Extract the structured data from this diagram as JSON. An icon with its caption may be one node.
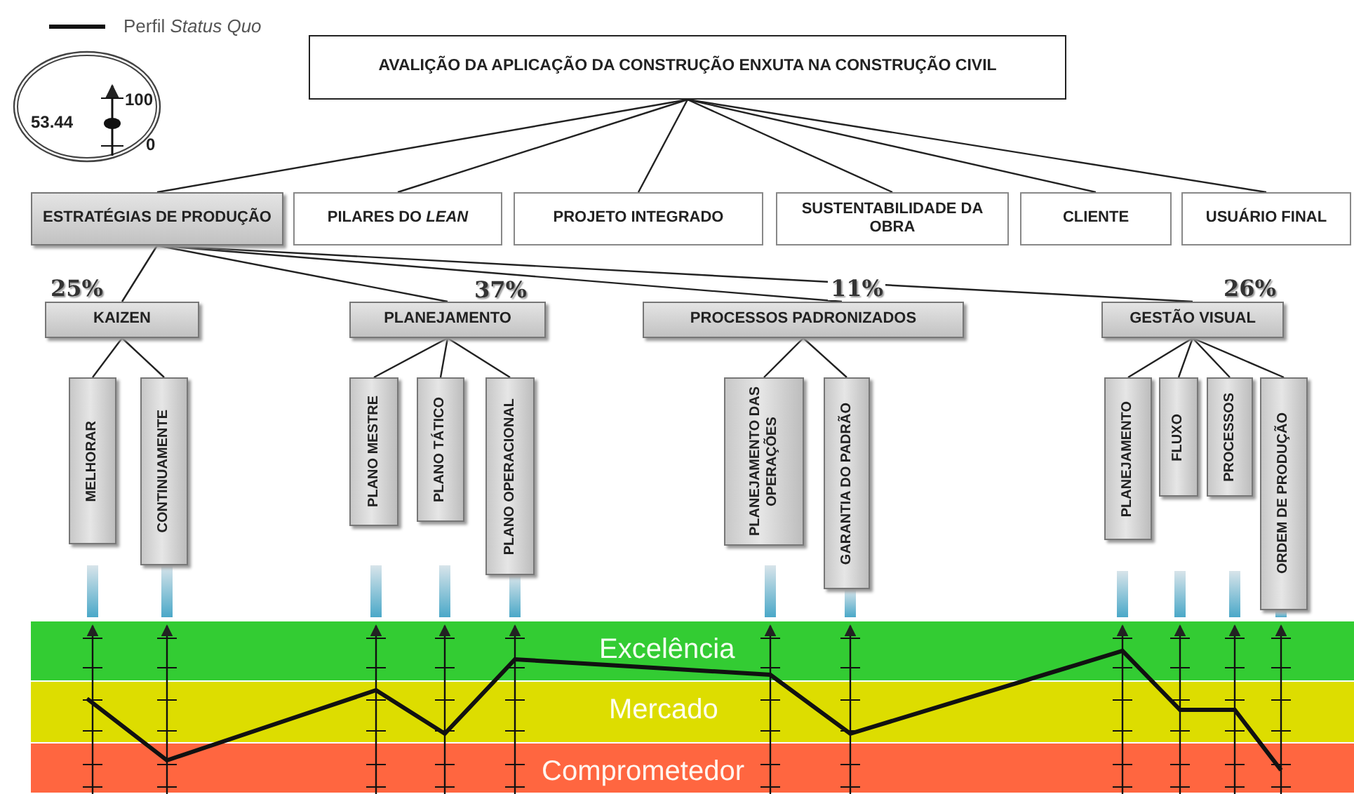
{
  "diagram": {
    "nodes": [
      {
        "text": [
          "AVALIÇÃO DA APLICAÇÃO DA CONSTRUÇÃO ENXUTA NA CONSTRUÇÃO CIVIL"
        ]
      },
      {
        "text": [
          "ESTRATÉGIAS DE PRODUÇÃO"
        ]
      },
      {
        "text": [
          "PILARES DO *LEAN*"
        ]
      },
      {
        "text": [
          "PROJETO INTEGRADO"
        ]
      },
      {
        "text": [
          "SUSTENTABILIDADE DA OBRA"
        ]
      },
      {
        "text": [
          "CLIENTE"
        ]
      },
      {
        "text": [
          "USUÁRIO FINAL"
        ]
      },
      {
        "text": [
          "KAIZEN"
        ],
        "beside": [
          "25%"
        ]
      },
      {
        "text": [
          "PLANEJAMENTO"
        ],
        "beside": [
          "37%"
        ]
      },
      {
        "text": [
          "PROCESSOS PADRONIZADOS"
        ],
        "beside": [
          "11%"
        ]
      },
      {
        "text": [
          "GESTÃO VISUAL"
        ],
        "beside": [
          "26%"
        ]
      },
      {
        "text": [
          "MELHORAR"
        ]
      },
      {
        "text": [
          "CONTINUAMENTE"
        ]
      },
      {
        "text": [
          "PLANO MESTRE"
        ]
      },
      {
        "text": [
          "PLANO TÁTICO"
        ]
      },
      {
        "text": [
          "PLANO OPERACIONAL"
        ]
      },
      {
        "text": [
          "PLANEJAMENTO DAS OPERAÇÕES"
        ]
      },
      {
        "text": [
          "GARANTIA DO PADRÃO"
        ]
      },
      {
        "text": [
          "PLANEJAMENTO"
        ]
      },
      {
        "text": [
          "FLUXO"
        ]
      },
      {
        "text": [
          "PROCESSOS"
        ]
      },
      {
        "text": [
          "ORDEM DE PRODUÇÃO"
        ]
      }
    ],
    "edges": [
      {
        "from": 0,
        "to": 1,
        "arrow": "none"
      },
      {
        "from": 0,
        "to": 2,
        "arrow": "none"
      },
      {
        "from": 0,
        "to": 3,
        "arrow": "none"
      },
      {
        "from": 0,
        "to": 4,
        "arrow": "none"
      },
      {
        "from": 0,
        "to": 5,
        "arrow": "none"
      },
      {
        "from": 0,
        "to": 6,
        "arrow": "none"
      },
      {
        "from": 1,
        "to": 7,
        "arrow": "none"
      },
      {
        "from": 1,
        "to": 8,
        "arrow": "none"
      },
      {
        "from": 1,
        "to": 9,
        "arrow": "none"
      },
      {
        "from": 1,
        "to": 10,
        "arrow": "none"
      },
      {
        "from": 7,
        "to": 11,
        "arrow": "none"
      },
      {
        "from": 7,
        "to": 12,
        "arrow": "none"
      },
      {
        "from": 8,
        "to": 13,
        "arrow": "none"
      },
      {
        "from": 8,
        "to": 14,
        "arrow": "none"
      },
      {
        "from": 8,
        "to": 15,
        "arrow": "none"
      },
      {
        "from": 9,
        "to": 16,
        "arrow": "none"
      },
      {
        "from": 9,
        "to": 17,
        "arrow": "none"
      },
      {
        "from": 10,
        "to": 18,
        "arrow": "none"
      },
      {
        "from": 10,
        "to": 19,
        "arrow": "none"
      },
      {
        "from": 10,
        "to": 20,
        "arrow": "none"
      },
      {
        "from": 10,
        "to": 21,
        "arrow": "none"
      }
    ],
    "labels": [
      "53.44",
      "100",
      "0",
      "Excelência",
      "Mercado",
      "Comprometedor"
    ],
    "legend": [
      {
        "text": "Perfil *Status Quo*"
      }
    ]
  }
}
